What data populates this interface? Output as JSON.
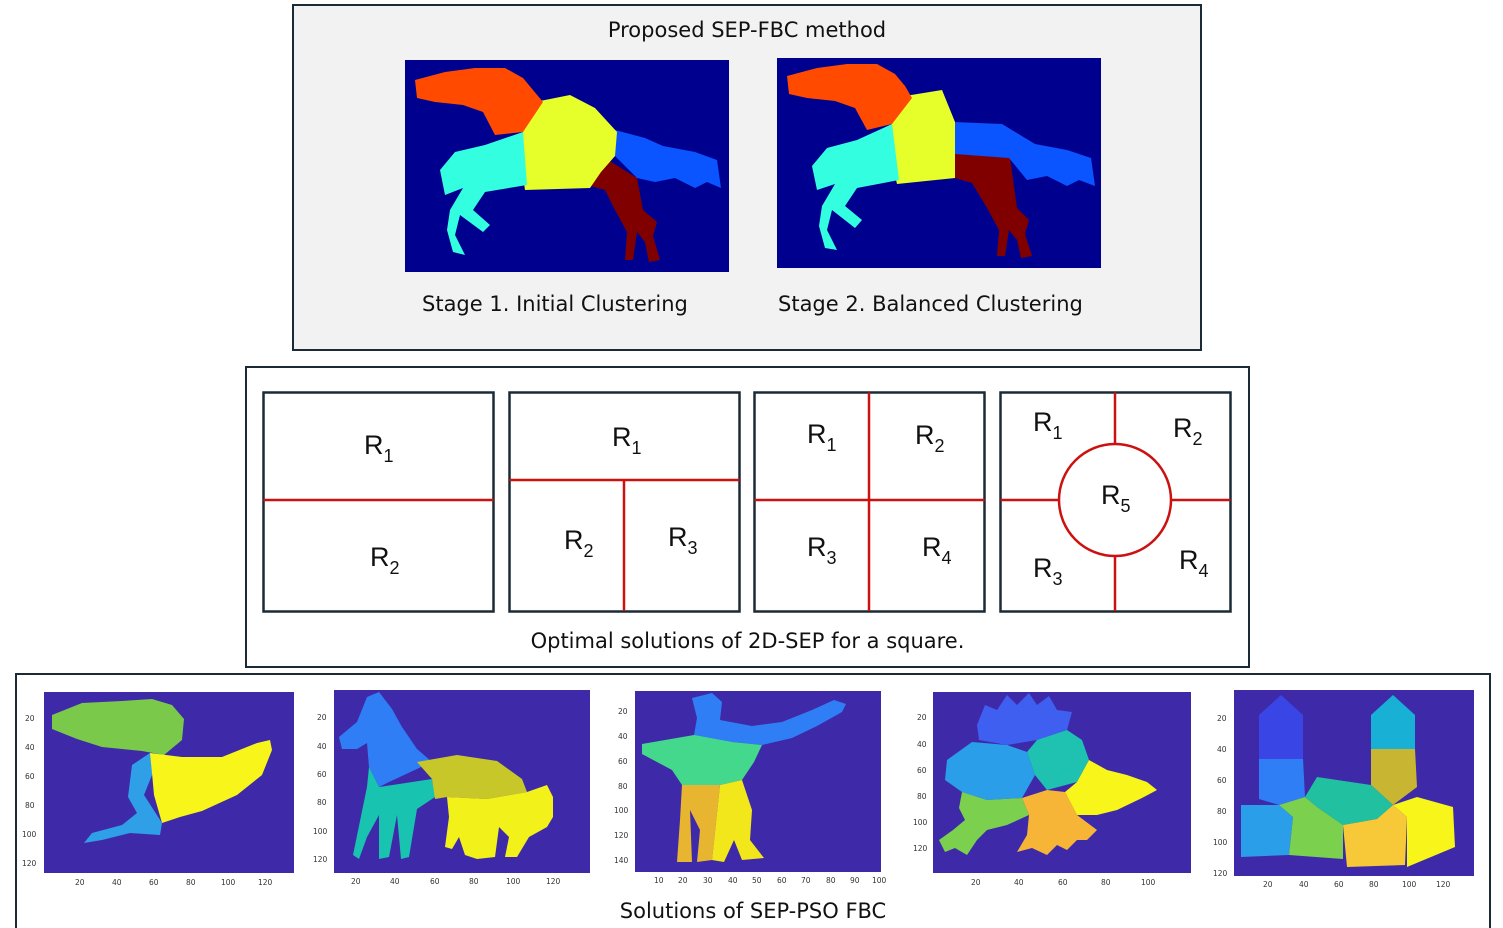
{
  "top_panel": {
    "title": "Proposed SEP-FBC method",
    "stage1_caption": "Stage 1. Initial Clustering",
    "stage2_caption": "Stage 2.  Balanced Clustering"
  },
  "middle_panel": {
    "caption": "Optimal solutions of 2D-SEP for a square.",
    "region_prefix": "R",
    "squares": [
      {
        "regions": [
          "1",
          "2"
        ]
      },
      {
        "regions": [
          "1",
          "2",
          "3"
        ]
      },
      {
        "regions": [
          "1",
          "2",
          "3",
          "4"
        ]
      },
      {
        "regions": [
          "1",
          "2",
          "5",
          "3",
          "4"
        ]
      }
    ]
  },
  "bottom_panel": {
    "caption": "Solutions of SEP-PSO FBC",
    "plots": [
      {
        "x_ticks": [
          "20",
          "40",
          "60",
          "80",
          "100",
          "120"
        ],
        "y_ticks": [
          "20",
          "40",
          "60",
          "80",
          "100",
          "120"
        ]
      },
      {
        "x_ticks": [
          "20",
          "40",
          "60",
          "80",
          "100",
          "120"
        ],
        "y_ticks": [
          "20",
          "40",
          "60",
          "80",
          "100",
          "120"
        ]
      },
      {
        "x_ticks": [
          "10",
          "20",
          "30",
          "40",
          "50",
          "60",
          "70",
          "80",
          "90",
          "100"
        ],
        "y_ticks": [
          "20",
          "40",
          "60",
          "80",
          "100",
          "120",
          "140"
        ]
      },
      {
        "x_ticks": [
          "20",
          "40",
          "60",
          "80",
          "100"
        ],
        "y_ticks": [
          "20",
          "40",
          "60",
          "80",
          "100",
          "120"
        ]
      },
      {
        "x_ticks": [
          "20",
          "40",
          "60",
          "80",
          "100",
          "120"
        ],
        "y_ticks": [
          "20",
          "40",
          "60",
          "80",
          "100",
          "120"
        ]
      }
    ]
  },
  "colors": {
    "background": "#00008f",
    "plot_background": "#3e2aa8",
    "divider": "#cc1111",
    "orange": "#ff4a00",
    "yellow": "#e6ff2a",
    "cyan": "#33ffe0",
    "blue": "#0a55ff",
    "maroon": "#800000"
  }
}
